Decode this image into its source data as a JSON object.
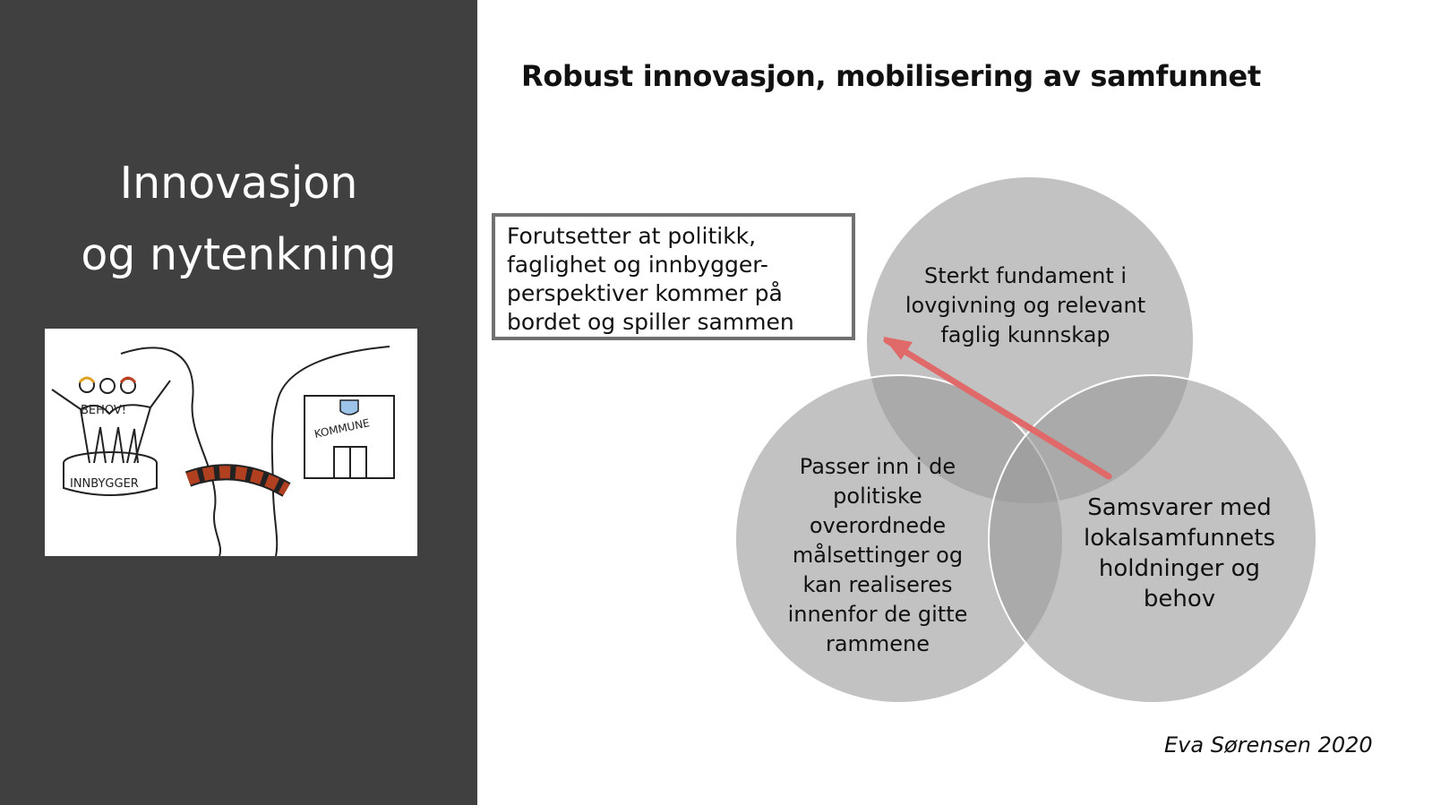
{
  "sidebar": {
    "title_line1": "Innovasjon",
    "title_line2": "og nytenkning",
    "sketch": {
      "label_behov": "BEHOV!",
      "label_innbygger": "INNBYGGER",
      "label_kommune": "KOMMUNE"
    }
  },
  "slide": {
    "title": "Robust innovasjon, mobilisering av samfunnet",
    "callout": "Forutsetter at politikk,\nfaglighet og innbygger-\nperspektiver kommer på\nbordet og spiller sammen",
    "venn": {
      "top": "Sterkt fundament i\nlovgivning og relevant\nfaglig kunnskap",
      "left": "Passer inn i de\npolitiske\noverordnede\nmålsettinger og\nkan realiseres\ninnenfor de gitte\nrammene",
      "right": "Samsvarer med\nlokalsamfunnets\nholdninger og\nbehov"
    },
    "credit": "Eva Sørensen 2020"
  },
  "colors": {
    "sidebar_bg": "#404040",
    "circle_fill": "#9a9a9a",
    "arrow": "#e06a6a",
    "callout_border": "#707070"
  }
}
